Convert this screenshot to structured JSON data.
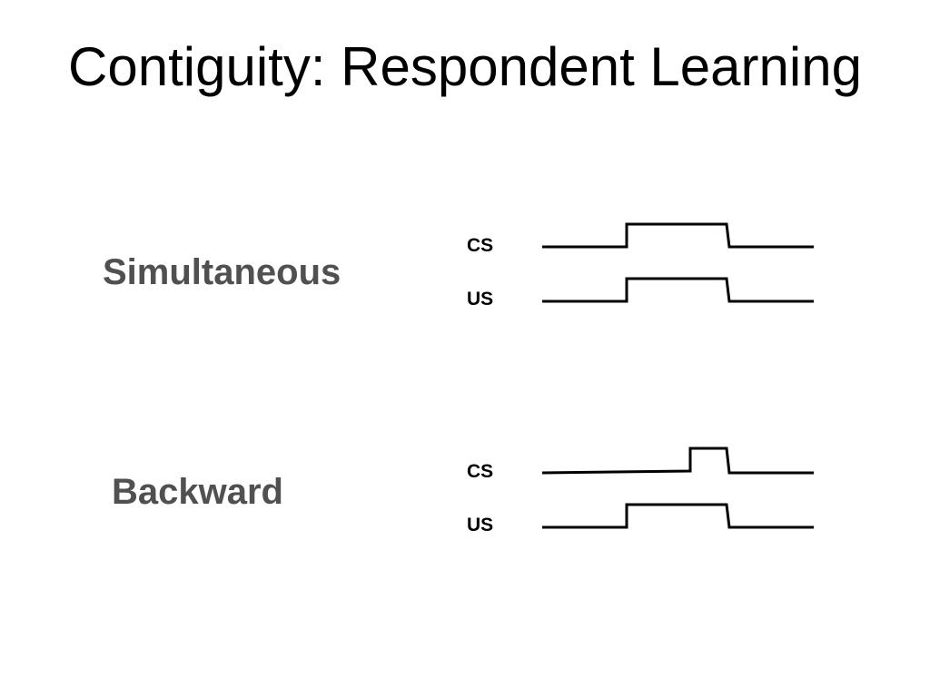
{
  "title": "Contiguity: Respondent Learning",
  "conditions": [
    {
      "name": "Simultaneous",
      "signals": [
        {
          "label": "CS"
        },
        {
          "label": "US"
        }
      ]
    },
    {
      "name": "Backward",
      "signals": [
        {
          "label": "CS"
        },
        {
          "label": "US"
        }
      ]
    }
  ]
}
